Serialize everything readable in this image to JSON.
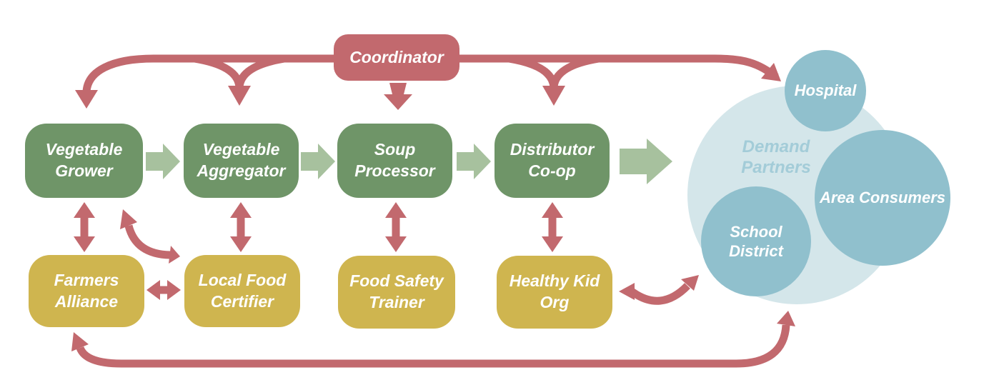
{
  "coordinator": {
    "label": "Coordinator"
  },
  "supply_chain": {
    "nodes": [
      {
        "id": "vegetable-grower",
        "label": "Vegetable Grower"
      },
      {
        "id": "vegetable-aggregator",
        "label": "Vegetable Aggregator"
      },
      {
        "id": "soup-processor",
        "label": "Soup Processor"
      },
      {
        "id": "distributor-coop",
        "label": "Distributor Co-op"
      }
    ]
  },
  "support_partners": {
    "nodes": [
      {
        "id": "farmers-alliance",
        "label": "Farmers Alliance"
      },
      {
        "id": "local-food-certifier",
        "label": "Local Food Certifier"
      },
      {
        "id": "food-safety-trainer",
        "label": "Food Safety Trainer"
      },
      {
        "id": "healthy-kid-org",
        "label": "Healthy Kid Org"
      }
    ]
  },
  "demand_partners": {
    "label": "Demand Partners",
    "members": [
      {
        "id": "hospital",
        "label": "Hospital"
      },
      {
        "id": "area-consumers",
        "label": "Area Consumers"
      },
      {
        "id": "school-district",
        "label": "School District"
      }
    ]
  },
  "connections": [
    {
      "from": "coordinator",
      "to": "vegetable-grower",
      "type": "one-way"
    },
    {
      "from": "coordinator",
      "to": "vegetable-aggregator",
      "type": "one-way"
    },
    {
      "from": "coordinator",
      "to": "soup-processor",
      "type": "one-way"
    },
    {
      "from": "coordinator",
      "to": "distributor-coop",
      "type": "one-way"
    },
    {
      "from": "coordinator",
      "to": "demand-partners",
      "type": "one-way"
    },
    {
      "from": "vegetable-grower",
      "to": "vegetable-aggregator",
      "type": "flow"
    },
    {
      "from": "vegetable-aggregator",
      "to": "soup-processor",
      "type": "flow"
    },
    {
      "from": "soup-processor",
      "to": "distributor-coop",
      "type": "flow"
    },
    {
      "from": "distributor-coop",
      "to": "demand-partners",
      "type": "flow"
    },
    {
      "from": "vegetable-grower",
      "to": "farmers-alliance",
      "type": "two-way"
    },
    {
      "from": "vegetable-grower",
      "to": "local-food-certifier",
      "type": "two-way"
    },
    {
      "from": "farmers-alliance",
      "to": "local-food-certifier",
      "type": "two-way"
    },
    {
      "from": "vegetable-aggregator",
      "to": "local-food-certifier",
      "type": "two-way"
    },
    {
      "from": "soup-processor",
      "to": "food-safety-trainer",
      "type": "two-way"
    },
    {
      "from": "distributor-coop",
      "to": "healthy-kid-org",
      "type": "two-way"
    },
    {
      "from": "healthy-kid-org",
      "to": "school-district",
      "type": "two-way"
    },
    {
      "from": "demand-partners",
      "to": "farmers-alliance",
      "type": "two-way"
    }
  ],
  "colors": {
    "coordinator_red": "#c2696e",
    "supply_green": "#6f9568",
    "flow_arrow_green": "#a7c19e",
    "support_yellow": "#cfb54f",
    "demand_circle_light": "#d4e6ea",
    "demand_circle_teal": "#90c0cd",
    "demand_label_blue": "#a3ccd8",
    "label_text": "#ffffff"
  }
}
